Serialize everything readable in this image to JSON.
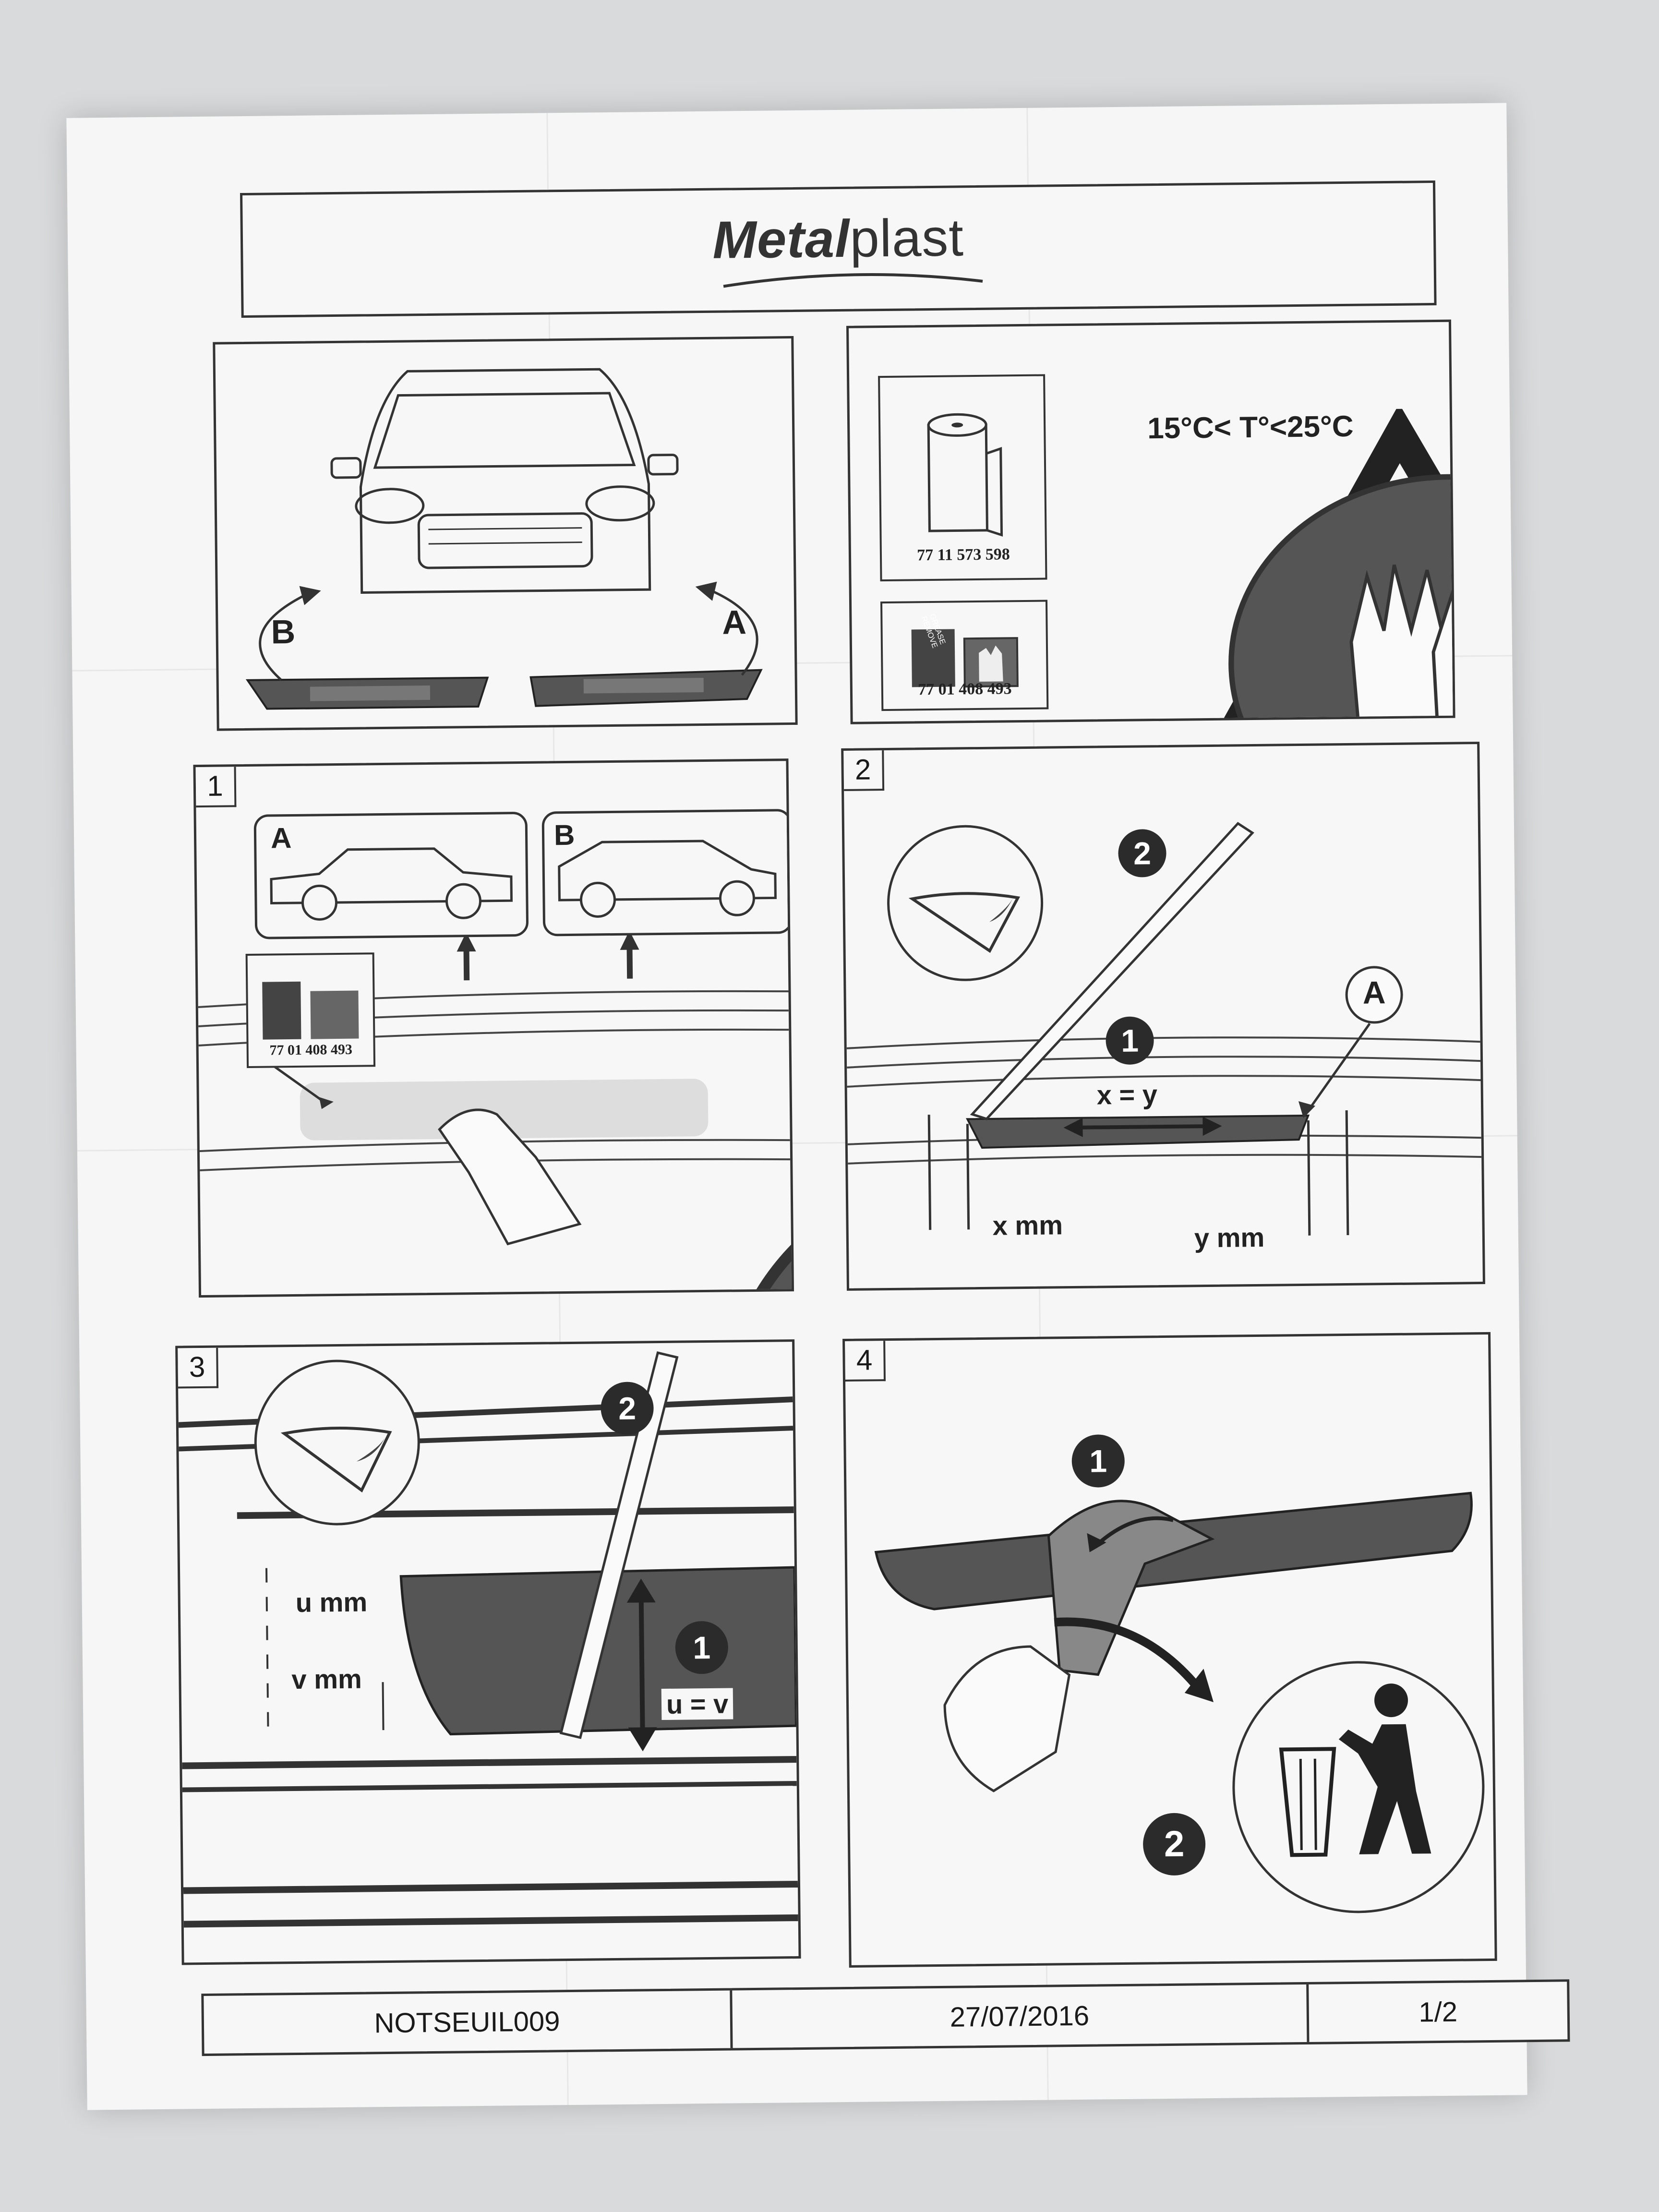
{
  "brand": {
    "logo_bold": "Metal",
    "logo_light": "plast"
  },
  "overview": {
    "label_a": "A",
    "label_b": "B"
  },
  "materials": {
    "roll_ref": "77 11 573 598",
    "cleaner_ref": "77 01 408 493",
    "cleaner_can_text": "GREASE REMOVE",
    "temperature": "15°C< T°<25°C"
  },
  "step1": {
    "num": "1",
    "car_a": "A",
    "car_b": "B",
    "cleaner_ref": "77 01 408 493"
  },
  "step2": {
    "num": "2",
    "badge_1": "1",
    "badge_2": "2",
    "badge_a": "A",
    "equation": "x = y",
    "x_label": "x mm",
    "y_label": "y mm"
  },
  "step3": {
    "num": "3",
    "badge_1": "1",
    "badge_2": "2",
    "u_label": "u mm",
    "v_label": "v mm",
    "equation": "u = v"
  },
  "step4": {
    "num": "4",
    "badge_1": "1",
    "badge_2": "2"
  },
  "footer": {
    "doc_code": "NOTSEUIL009",
    "date": "27/07/2016",
    "page": "1/2"
  }
}
